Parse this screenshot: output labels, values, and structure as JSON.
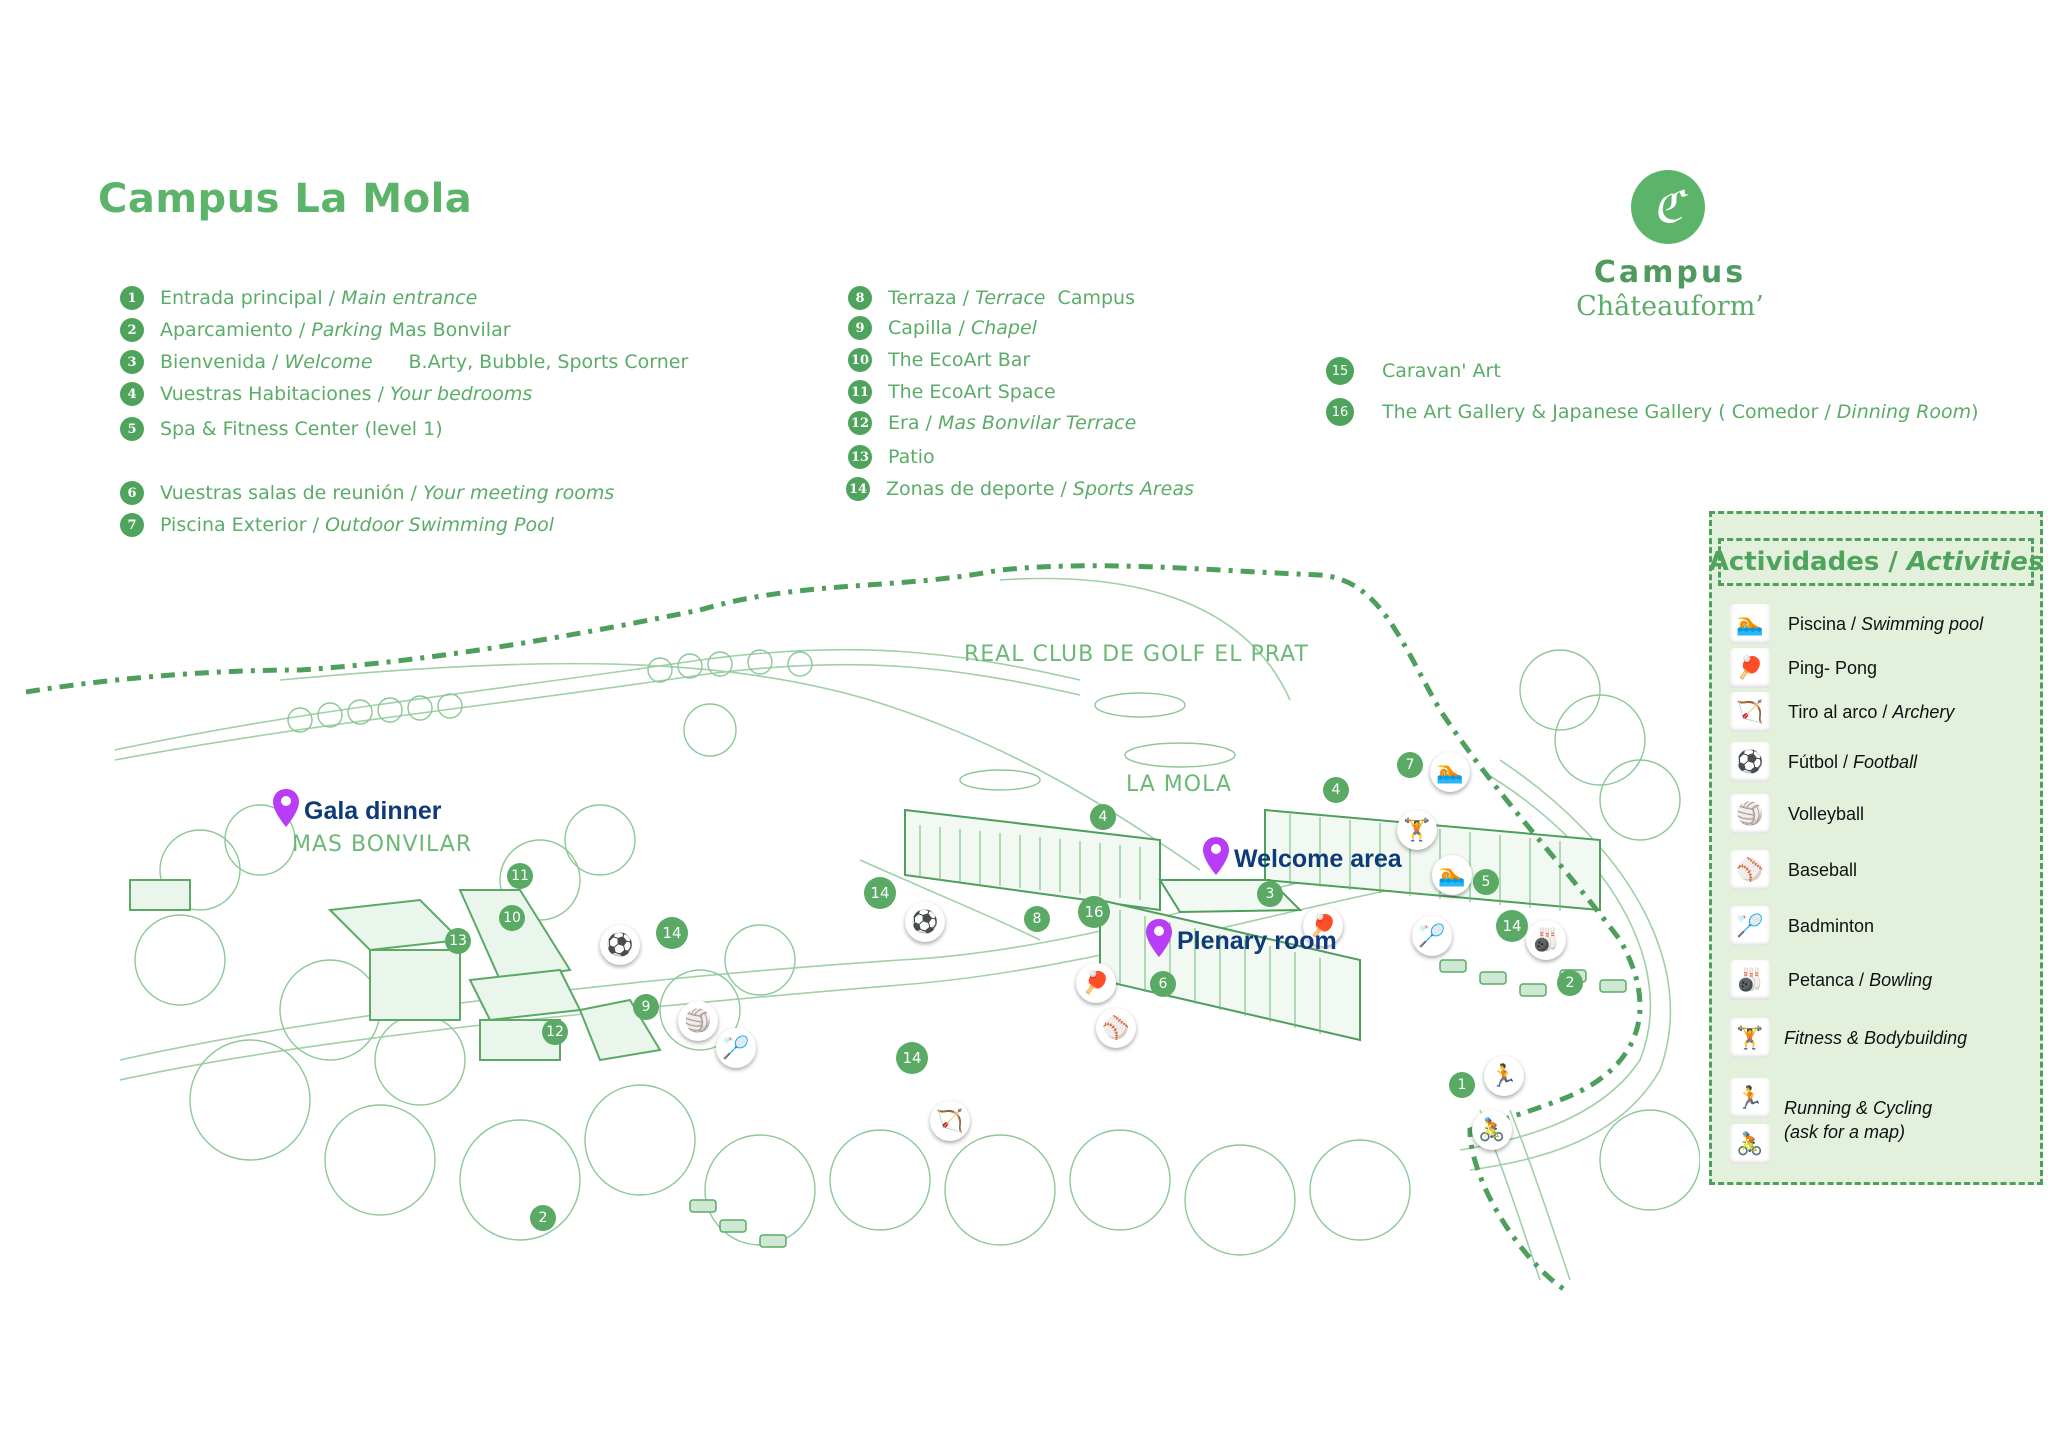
{
  "title": "Campus La Mola",
  "logo": {
    "monogram": "ℭ",
    "line1": "Campus",
    "line2": "Châteauform’"
  },
  "colors": {
    "brand_green": "#5cb46a",
    "pin_purple": "#b93cf6",
    "pin_label_navy": "#0d3b78",
    "panel_bg": "#e2f0dc"
  },
  "legend": {
    "col1": [
      {
        "num": "1",
        "es": "Entrada principal / ",
        "en": "Main entrance",
        "extra": ""
      },
      {
        "num": "2",
        "es": "Aparcamiento / ",
        "en": "Parking",
        "extra": " Mas Bonvilar"
      },
      {
        "num": "3",
        "es": "Bienvenida / ",
        "en": "Welcome",
        "extra": "B.Arty, Bubble, Sports Corner"
      },
      {
        "num": "4",
        "es": "Vuestras Habitaciones / ",
        "en": "Your bedrooms",
        "extra": ""
      },
      {
        "num": "5",
        "es": "Spa & Fitness Center (level 1)",
        "en": "",
        "extra": ""
      },
      {
        "num": "6",
        "es": "Vuestras salas de reunión / ",
        "en": "Your meeting rooms",
        "extra": ""
      },
      {
        "num": "7",
        "es": "Piscina Exterior / ",
        "en": "Outdoor Swimming Pool",
        "extra": ""
      }
    ],
    "col2": [
      {
        "num": "8",
        "es": "Terraza / ",
        "en": "Terrace",
        "extra": "  Campus"
      },
      {
        "num": "9",
        "es": "Capilla / ",
        "en": "Chapel",
        "extra": ""
      },
      {
        "num": "10",
        "es": "The EcoArt Bar",
        "en": "",
        "extra": ""
      },
      {
        "num": "11",
        "es": "The EcoArt Space",
        "en": "",
        "extra": ""
      },
      {
        "num": "12",
        "es": "Era / ",
        "en": "Mas Bonvilar Terrace",
        "extra": ""
      },
      {
        "num": "13",
        "es": "Patio",
        "en": "",
        "extra": ""
      },
      {
        "num": "14",
        "es": "Zonas de deporte / ",
        "en": "Sports Areas",
        "extra": ""
      }
    ],
    "col3": [
      {
        "num": "15",
        "es": "Caravan' Art",
        "en": "",
        "extra": ""
      },
      {
        "num": "16",
        "es": "The Art Gallery & Japanese Gallery ( Comedor / ",
        "en": "Dinning Room",
        "extra": ")"
      }
    ]
  },
  "map": {
    "places": [
      "REAL CLUB DE GOLF EL PRAT",
      "LA MOLA",
      "MAS BONVILAR"
    ],
    "pins": [
      {
        "label": "Gala dinner",
        "icon": "map-pin-icon"
      },
      {
        "label": "Welcome area",
        "icon": "map-pin-icon"
      },
      {
        "label": "Plenary room",
        "icon": "map-pin-icon"
      }
    ],
    "numbers": [
      "1",
      "2",
      "2",
      "3",
      "4",
      "4",
      "5",
      "6",
      "7",
      "8",
      "9",
      "10",
      "11",
      "12",
      "13",
      "14",
      "14",
      "14",
      "14",
      "16"
    ],
    "sports": [
      "swimming",
      "weightlifting",
      "swimming",
      "ping-pong",
      "badminton",
      "bowling",
      "football",
      "football",
      "volleyball",
      "badminton",
      "archery",
      "ping-pong",
      "baseball",
      "running",
      "cycling"
    ]
  },
  "activities": {
    "title_es": "Actividades / ",
    "title_en": "Activities",
    "items": [
      {
        "icon": "swimming-icon",
        "glyph": "🏊",
        "es": "Piscina / ",
        "en": "Swimming pool"
      },
      {
        "icon": "ping-pong-icon",
        "glyph": "🏓",
        "es": "Ping- Pong",
        "en": ""
      },
      {
        "icon": "archery-icon",
        "glyph": "🏹",
        "es": "Tiro al arco / ",
        "en": "Archery"
      },
      {
        "icon": "football-icon",
        "glyph": "⚽",
        "es": "Fútbol / ",
        "en": "Football"
      },
      {
        "icon": "volleyball-icon",
        "glyph": "🏐",
        "es": "Volleyball",
        "en": ""
      },
      {
        "icon": "baseball-icon",
        "glyph": "⚾",
        "es": "Baseball",
        "en": ""
      },
      {
        "icon": "badminton-icon",
        "glyph": "🏸",
        "es": "Badminton",
        "en": ""
      },
      {
        "icon": "bowling-icon",
        "glyph": "🎳",
        "es": "Petanca / ",
        "en": "Bowling"
      },
      {
        "icon": "weightlifting-icon",
        "glyph": "🏋",
        "es": "",
        "en": "Fitness & Bodybuilding"
      },
      {
        "icon": "running-icon",
        "glyph": "🏃",
        "es": "",
        "en": "Running & Cycling"
      },
      {
        "icon": "cycling-icon",
        "glyph": "🚴",
        "es": "",
        "en": "(ask for a map)"
      }
    ]
  }
}
